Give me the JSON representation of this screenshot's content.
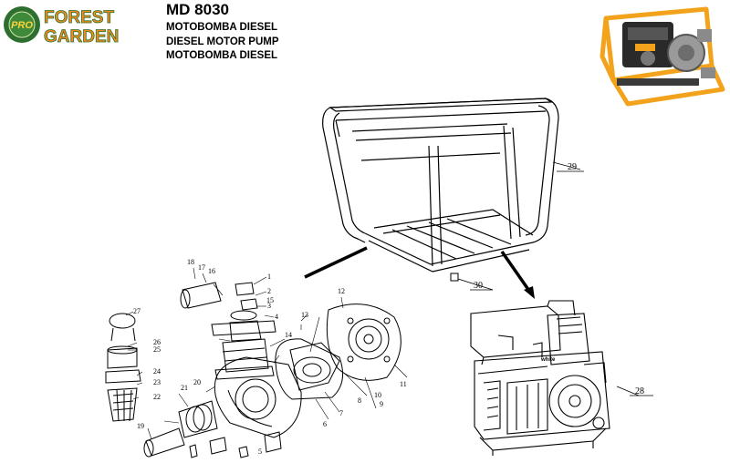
{
  "header": {
    "brand_line1": "FOREST",
    "brand_line2": "GARDEN",
    "badge_text": "PRO",
    "model": "MD 8030",
    "subtitles": [
      "MOTOBOMBA DIESEL",
      "DIESEL MOTOR PUMP",
      "MOTOBOMBA DIESEL"
    ]
  },
  "colors": {
    "brand_green": "#2e6e2e",
    "brand_orange": "#f08c1a",
    "frame_yellow": "#f2a21b"
  },
  "parts": {
    "frame": "29",
    "foot": "30",
    "engine": "28",
    "engine_label": "white",
    "pump_numbers": [
      "1",
      "2",
      "3",
      "4",
      "5",
      "6",
      "7",
      "8",
      "9",
      "10",
      "11",
      "12",
      "13",
      "14",
      "15",
      "16",
      "17",
      "18",
      "19",
      "20",
      "21",
      "22",
      "23",
      "24",
      "25",
      "26",
      "27"
    ]
  }
}
